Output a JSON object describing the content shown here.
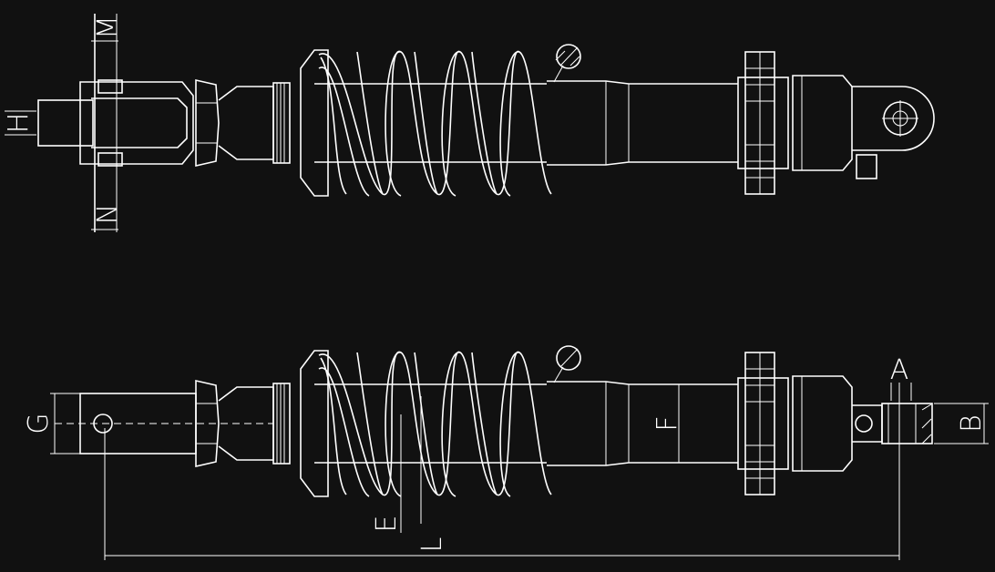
{
  "drawing": {
    "title": "Shock absorber dimension drawing",
    "colors": {
      "background": "#111111",
      "line": "#ffffff"
    },
    "top_view_labels": {
      "m": "M",
      "n": "N",
      "h": "H"
    },
    "bottom_view_labels": {
      "g": "G",
      "e": "E",
      "l": "L",
      "f": "F",
      "a": "A",
      "b": "B"
    }
  }
}
